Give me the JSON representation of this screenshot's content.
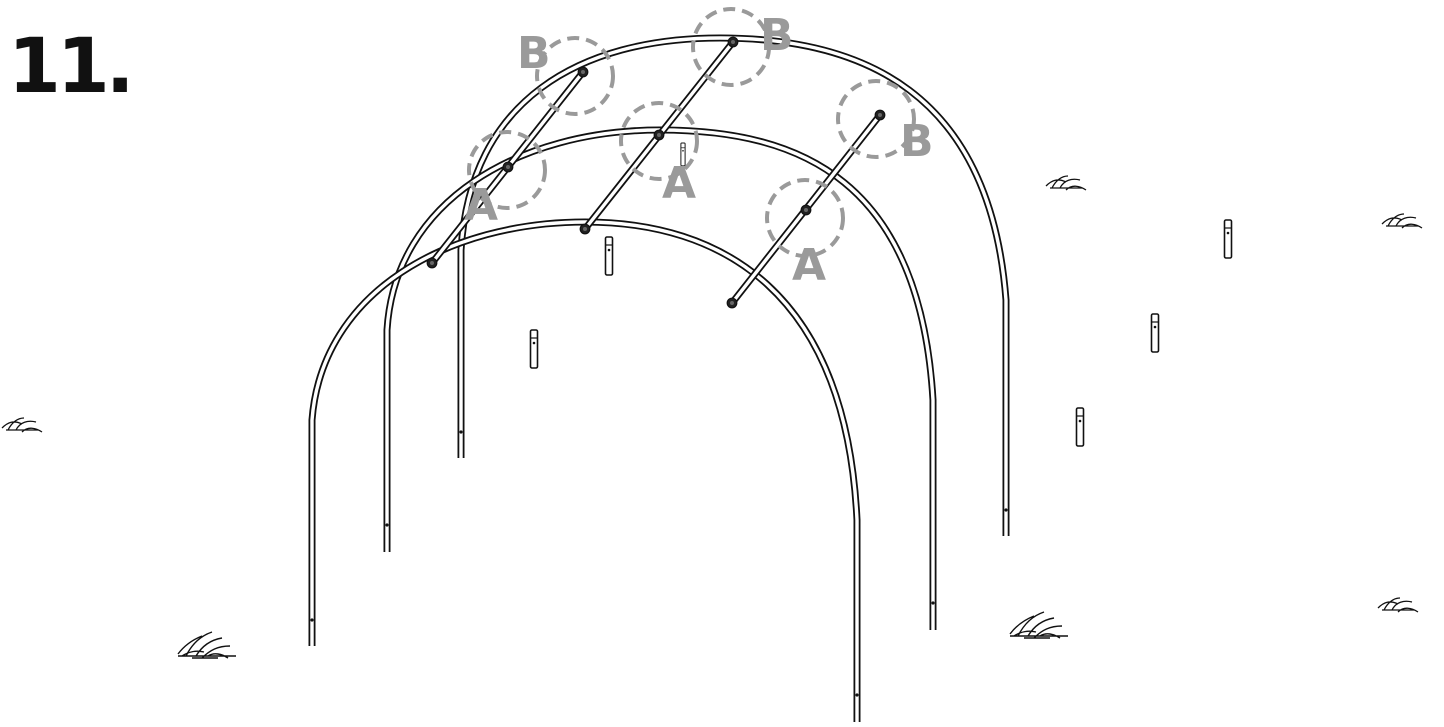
{
  "step": {
    "number": "11."
  },
  "callouts": [
    {
      "id": "b1",
      "letter": "B"
    },
    {
      "id": "b2",
      "letter": "B"
    },
    {
      "id": "b3",
      "letter": "B"
    },
    {
      "id": "a1",
      "letter": "A"
    },
    {
      "id": "a2",
      "letter": "A"
    },
    {
      "id": "a3",
      "letter": "A"
    }
  ],
  "colors": {
    "line": "#111111",
    "callout": "#9a9a9a",
    "background": "#ffffff"
  },
  "icons": [
    "grass-tuft-icon",
    "ground-stake-icon",
    "connector-icon"
  ]
}
